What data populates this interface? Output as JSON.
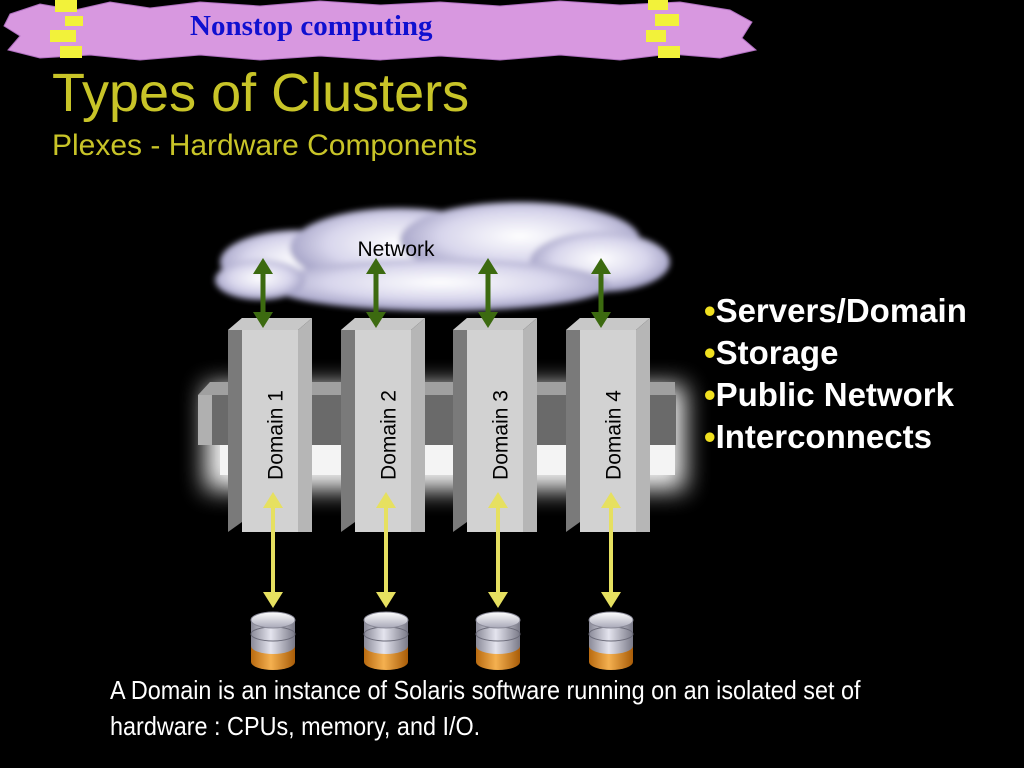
{
  "banner": {
    "text": "Nonstop computing"
  },
  "title": "Types of Clusters",
  "subtitle": "Plexes - Hardware Components",
  "diagram": {
    "network_label": "Network",
    "domains": [
      "Domain 1",
      "Domain 2",
      "Domain 3",
      "Domain 4"
    ],
    "colors": {
      "network_arrow": "#3c6a10",
      "storage_arrow": "#e6e060",
      "title": "#c8c428",
      "banner_text": "#1010d0"
    }
  },
  "bullets": [
    "Servers/Domain",
    "Storage",
    "Public Network",
    "Interconnects"
  ],
  "caption": "A Domain is an instance of Solaris software running on an isolated set of hardware : CPUs, memory, and I/O."
}
